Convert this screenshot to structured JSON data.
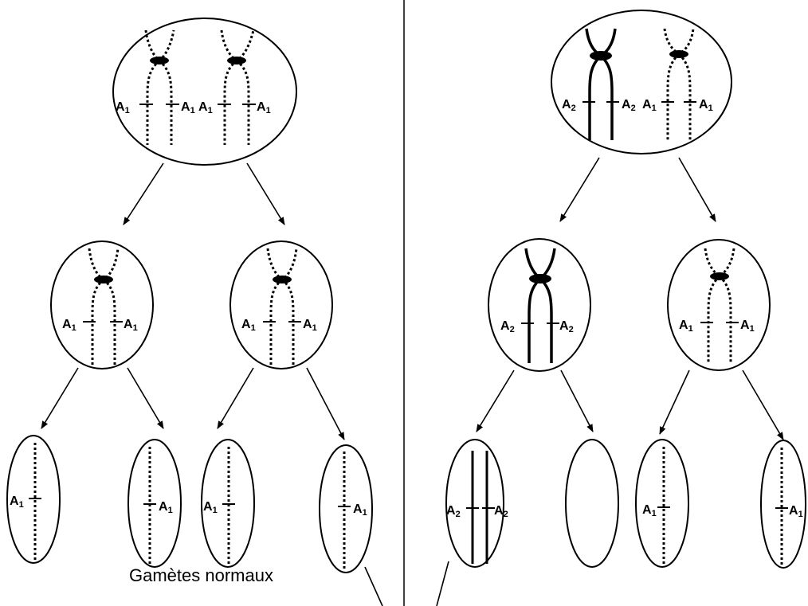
{
  "caption": "Gamètes normaux",
  "allele_base": "A",
  "left_panel": {
    "parent_cell": {
      "labels": [
        "1",
        "1",
        "1",
        "1"
      ]
    },
    "meiosis1_cells": [
      {
        "labels": [
          "1",
          "1"
        ]
      },
      {
        "labels": [
          "1",
          "1"
        ]
      }
    ],
    "gametes": [
      {
        "labels": [
          "1"
        ]
      },
      {
        "labels": [
          "1"
        ]
      },
      {
        "labels": [
          "1"
        ]
      },
      {
        "labels": [
          "1"
        ]
      }
    ]
  },
  "right_panel": {
    "parent_cell": {
      "labels": [
        "2",
        "2",
        "1",
        "1"
      ]
    },
    "meiosis1_cells": [
      {
        "labels": [
          "2",
          "2"
        ]
      },
      {
        "labels": [
          "1",
          "1"
        ]
      }
    ],
    "gametes": [
      {
        "labels": [
          "2",
          "2"
        ]
      },
      {
        "labels": []
      },
      {
        "labels": [
          "1"
        ]
      },
      {
        "labels": [
          "1"
        ]
      }
    ]
  }
}
